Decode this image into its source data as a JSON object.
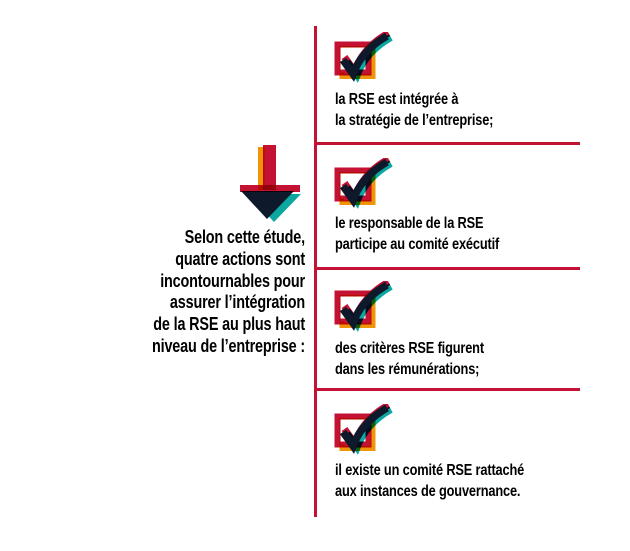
{
  "colors": {
    "crimson": "#c31233",
    "orange": "#f0940a",
    "teal": "#0ba7a0",
    "navy": "#0e1a2b",
    "text": "#000000",
    "background": "#ffffff",
    "white": "#ffffff"
  },
  "intro": {
    "lines": [
      "Selon cette étude,",
      "quatre actions sont",
      "incontournables pour",
      "assurer l’intégration",
      "de la RSE au plus haut",
      "niveau de  l’entreprise :"
    ]
  },
  "items": [
    {
      "lines": [
        "la RSE est intégrée à",
        "la stratégie de l’entreprise;"
      ]
    },
    {
      "lines": [
        "le responsable de la RSE",
        "participe au comité exécutif"
      ]
    },
    {
      "lines": [
        "des critères RSE figurent",
        "dans les rémunérations;"
      ]
    },
    {
      "lines": [
        "il existe un comité RSE rattaché",
        "aux instances de gouvernance."
      ]
    }
  ]
}
